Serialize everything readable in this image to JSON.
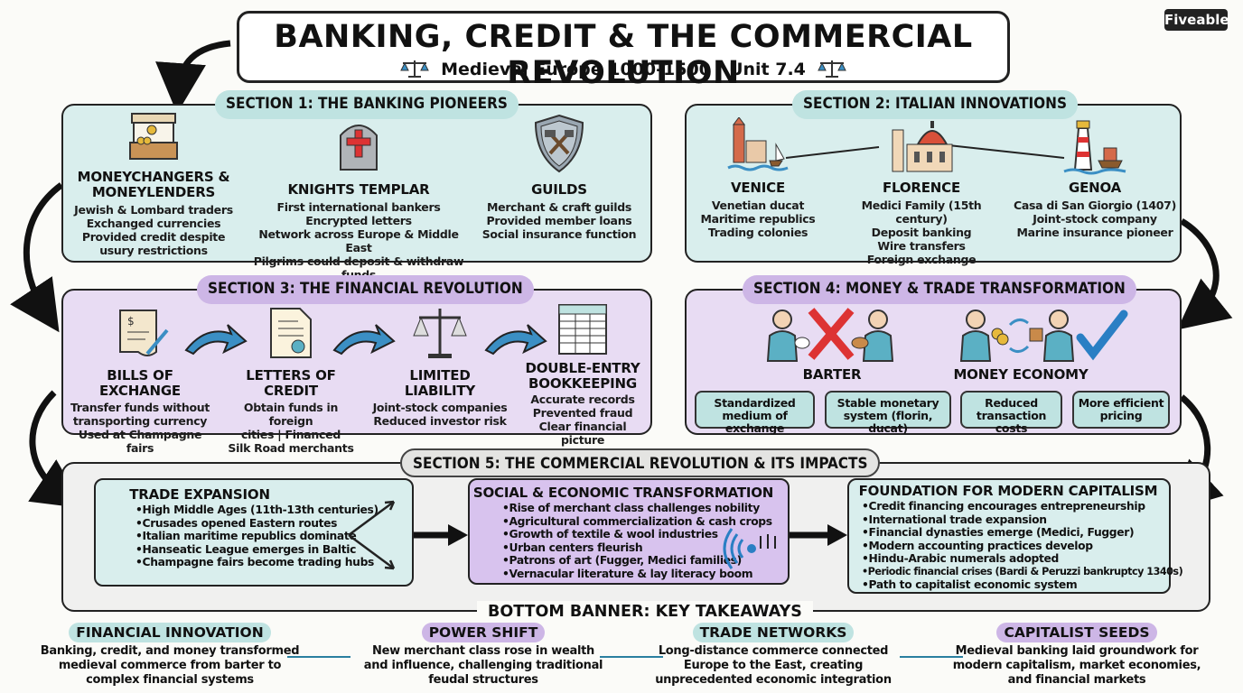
{
  "header": {
    "title": "BANKING, CREDIT & THE COMMERCIAL REVOLUTION",
    "subtitle": "Medieval Europe 1000-1500 | Unit 7.4",
    "logo": "Fiveable"
  },
  "section1": {
    "title": "SECTION 1: THE BANKING PIONEERS",
    "items": [
      {
        "icon": "money-stall-icon",
        "title": "MONEYCHANGERS & MONEYLENDERS",
        "lines": [
          "Jewish & Lombard traders",
          "Exchanged currencies",
          "Provided credit despite",
          "usury restrictions"
        ]
      },
      {
        "icon": "templar-helmet-icon",
        "title": "KNIGHTS TEMPLAR",
        "lines": [
          "First international bankers",
          "Encrypted letters",
          "Network across Europe & Middle East",
          "Pilgrims could deposit & withdraw funds"
        ]
      },
      {
        "icon": "guild-shield-icon",
        "title": "GUILDS",
        "lines": [
          "Merchant & craft guilds",
          "Provided member loans",
          "Social insurance function"
        ]
      }
    ]
  },
  "section2": {
    "title": "SECTION 2: ITALIAN INNOVATIONS",
    "items": [
      {
        "icon": "venice-icon",
        "title": "VENICE",
        "lines": [
          "Venetian ducat",
          "Maritime republics",
          "Trading colonies"
        ]
      },
      {
        "icon": "florence-dome-icon",
        "title": "FLORENCE",
        "lines": [
          "Medici Family (15th century)",
          "Deposit banking",
          "Wire transfers",
          "Foreign exchange"
        ]
      },
      {
        "icon": "genoa-lighthouse-icon",
        "title": "GENOA",
        "lines": [
          "Casa di San Giorgio (1407)",
          "Joint-stock company",
          "Marine insurance pioneer"
        ]
      }
    ]
  },
  "section3": {
    "title": "SECTION 3: THE FINANCIAL REVOLUTION",
    "items": [
      {
        "icon": "scroll-icon",
        "title": "BILLS OF EXCHANGE",
        "lines": [
          "Transfer funds without",
          "transporting currency",
          "Used at Champagne fairs"
        ]
      },
      {
        "icon": "certificate-icon",
        "title": "LETTERS OF CREDIT",
        "lines": [
          "Obtain funds in foreign",
          "cities | Financed",
          "Silk Road merchants"
        ]
      },
      {
        "icon": "scales-icon",
        "title": "LIMITED LIABILITY",
        "lines": [
          "Joint-stock companies",
          "Reduced investor risk"
        ]
      },
      {
        "icon": "ledger-icon",
        "title": "DOUBLE-ENTRY BOOKKEEPING",
        "lines": [
          "Accurate records",
          "Prevented fraud",
          "Clear financial picture"
        ]
      }
    ]
  },
  "section4": {
    "title": "SECTION 4: MONEY & TRADE TRANSFORMATION",
    "barter": "BARTER",
    "money": "MONEY ECONOMY",
    "benefits": [
      "Standardized medium of exchange",
      "Stable monetary system (florin, ducat)",
      "Reduced transaction costs",
      "More efficient pricing"
    ]
  },
  "section5": {
    "title": "SECTION 5: THE COMMERCIAL REVOLUTION & ITS IMPACTS",
    "trade": {
      "title": "TRADE EXPANSION",
      "items": [
        "High Middle Ages (11th-13th centuries)",
        "Crusades opened Eastern routes",
        "Italian maritime republics dominate",
        "Hanseatic League emerges in Baltic",
        "Champagne fairs become trading hubs"
      ]
    },
    "social": {
      "title": "SOCIAL & ECONOMIC TRANSFORMATION",
      "items": [
        "Rise of merchant class challenges nobility",
        "Agricultural commercialization & cash crops",
        "Growth of textile & wool industries",
        "Urban centers fleurish",
        "Patrons of art (Fugger, Medici families)",
        "Vernacular literature & lay literacy boom"
      ]
    },
    "capital": {
      "title": "FOUNDATION FOR MODERN CAPITALISM",
      "items": [
        "Credit financing encourages entrepreneurship",
        "International trade expansion",
        "Financial dynasties emerge (Medici, Fugger)",
        "Modern accounting practices develop",
        "Hindu-Arabic numerals adopted",
        "Periodic financial crises (Bardi & Peruzzi bankruptcy 1340s)",
        "Path to capitalist economic system"
      ]
    }
  },
  "takeaways": {
    "title": "BOTTOM BANNER: KEY TAKEAWAYS",
    "items": [
      {
        "title": "FINANCIAL INNOVATION",
        "text": [
          "Banking, credit, and money transformed",
          "medieval commerce from barter to",
          "complex financial systems"
        ]
      },
      {
        "title": "POWER SHIFT",
        "text": [
          "New merchant class rose in wealth",
          "and influence, challenging traditional",
          "feudal structures"
        ]
      },
      {
        "title": "TRADE NETWORKS",
        "text": [
          "Long-distance commerce connected",
          "Europe to the East, creating",
          "unprecedented economic integration"
        ]
      },
      {
        "title": "CAPITALIST SEEDS",
        "text": [
          "Medieval banking laid groundwork for",
          "modern capitalism, market economies,",
          "and financial markets"
        ]
      }
    ]
  },
  "colors": {
    "teal": "#d9eeed",
    "lavender": "#e8dcf3",
    "pill_teal": "#bfe3e1",
    "pill_lav": "#cdb6e6",
    "accent_blue": "#3b8fc4"
  }
}
